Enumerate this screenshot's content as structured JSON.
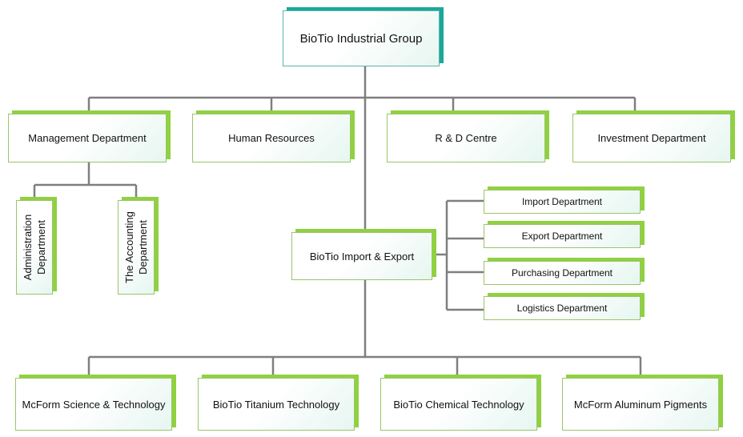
{
  "root": "BioTio Industrial Group",
  "departments": {
    "management": "Management Department",
    "hr": "Human Resources",
    "rd": "R & D Centre",
    "investment": "Investment Department"
  },
  "management_children": {
    "administration": [
      "Administration",
      "Department"
    ],
    "accounting": [
      "The Accounting",
      "Department"
    ]
  },
  "import_export": {
    "label": "BioTio Import & Export",
    "children": [
      "Import Department",
      "Export Department",
      "Purchasing Department",
      "Logistics Department"
    ]
  },
  "subsidiaries": [
    "McForm Science & Technology",
    "BioTio Titanium Technology",
    "BioTio Chemical Technology",
    "McForm Aluminum Pigments"
  ]
}
